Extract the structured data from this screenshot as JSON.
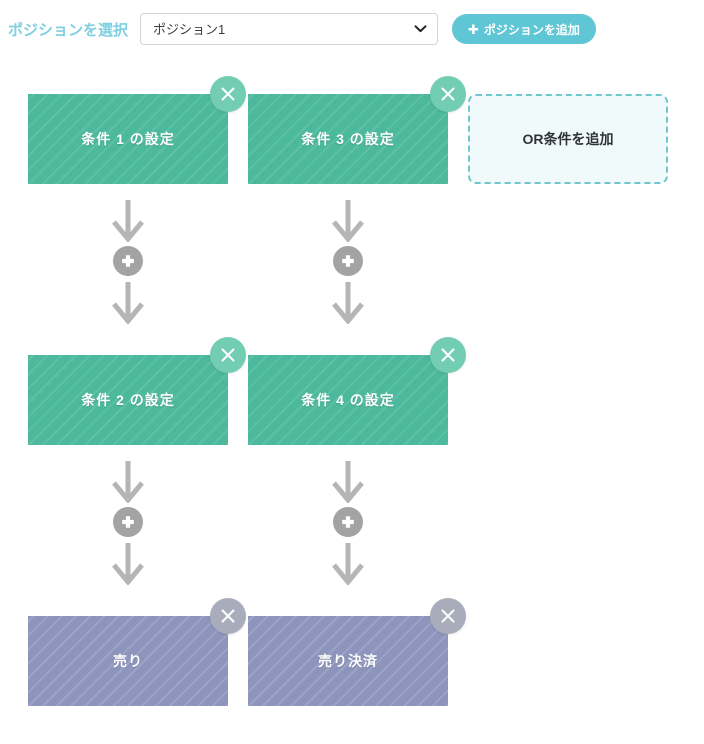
{
  "toolbar": {
    "select_label": "ポジションを選択",
    "select_value": "ポジション1",
    "select_options": [
      "ポジション1"
    ],
    "chevron_icon": "chevron-down-icon",
    "add_button_label": "ポジションを追加",
    "add_button_icon": "plus-icon",
    "add_button_color": "#5ec6d4",
    "label_color": "#7ecfe0"
  },
  "flow": {
    "or_box": {
      "label": "OR条件を追加",
      "border_color": "#6ec7cd",
      "background_color": "#f1fafb"
    },
    "columns": [
      {
        "name": "column-1",
        "nodes": [
          {
            "label": "条件 1 の設定",
            "type": "condition",
            "color": "#4cb99c",
            "close_icon": "close-icon"
          },
          {
            "label": "条件 2 の設定",
            "type": "condition",
            "color": "#4cb99c",
            "close_icon": "close-icon"
          },
          {
            "label": "売り",
            "type": "order",
            "color": "#8d95bd",
            "close_icon": "close-icon"
          }
        ],
        "connectors": [
          {
            "arrow_top": "arrow-down-icon",
            "plus": "plus-circle-icon",
            "arrow_bottom": "arrow-down-icon"
          },
          {
            "arrow_top": "arrow-down-icon",
            "plus": "plus-circle-icon",
            "arrow_bottom": "arrow-down-icon"
          }
        ]
      },
      {
        "name": "column-2",
        "nodes": [
          {
            "label": "条件 3 の設定",
            "type": "condition",
            "color": "#4cb99c",
            "close_icon": "close-icon"
          },
          {
            "label": "条件 4 の設定",
            "type": "condition",
            "color": "#4cb99c",
            "close_icon": "close-icon"
          },
          {
            "label": "売り決済",
            "type": "order",
            "color": "#8d95bd",
            "close_icon": "close-icon"
          }
        ],
        "connectors": [
          {
            "arrow_top": "arrow-down-icon",
            "plus": "plus-circle-icon",
            "arrow_bottom": "arrow-down-icon"
          },
          {
            "arrow_top": "arrow-down-icon",
            "plus": "plus-circle-icon",
            "arrow_bottom": "arrow-down-icon"
          }
        ]
      }
    ]
  }
}
